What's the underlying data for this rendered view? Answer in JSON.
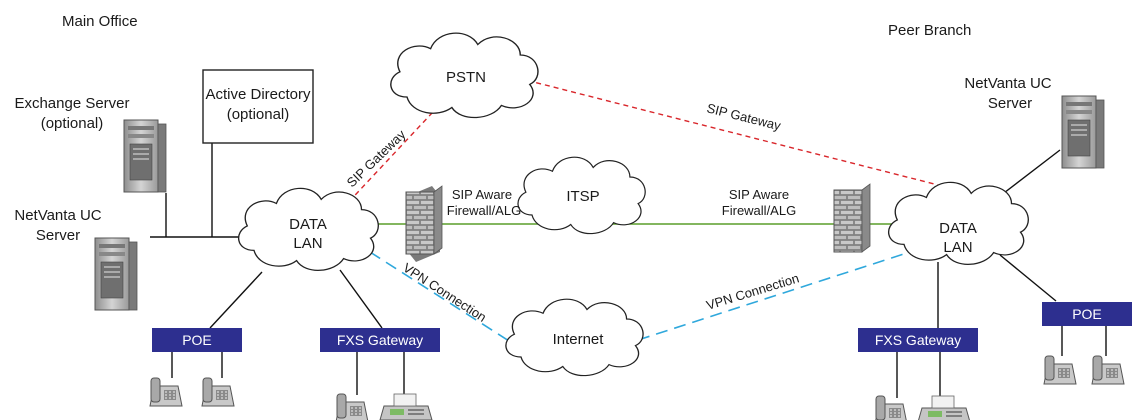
{
  "sites": {
    "main_office": "Main Office",
    "peer_branch": "Peer Branch"
  },
  "servers": {
    "exchange_line1": "Exchange Server",
    "exchange_line2": "(optional)",
    "ad_line1": "Active Directory",
    "ad_line2": "(optional)",
    "uc_left_line1": "NetVanta UC",
    "uc_left_line2": "Server",
    "uc_right_line1": "NetVanta UC",
    "uc_right_line2": "Server"
  },
  "clouds": {
    "pstn": "PSTN",
    "itsp": "ITSP",
    "internet": "Internet",
    "lan_left_line1": "DATA",
    "lan_left_line2": "LAN",
    "lan_right_line1": "DATA",
    "lan_right_line2": "LAN"
  },
  "devices": {
    "poe_left": "POE",
    "fxs_left": "FXS Gateway",
    "poe_right": "POE",
    "fxs_right": "FXS Gateway"
  },
  "firewalls": {
    "left_line1": "SIP Aware",
    "left_line2": "Firewall/ALG",
    "right_line1": "SIP Aware",
    "right_line2": "Firewall/ALG"
  },
  "links": {
    "sip_left": "SIP Gateway",
    "sip_right": "SIP Gateway",
    "vpn_left": "VPN Connection",
    "vpn_right": "VPN Connection"
  },
  "colors": {
    "device_box": "#2d2f8f",
    "sip_link": "#d9262b",
    "vpn_link": "#2fa8dc",
    "itsp_link": "#5a9e2a"
  }
}
